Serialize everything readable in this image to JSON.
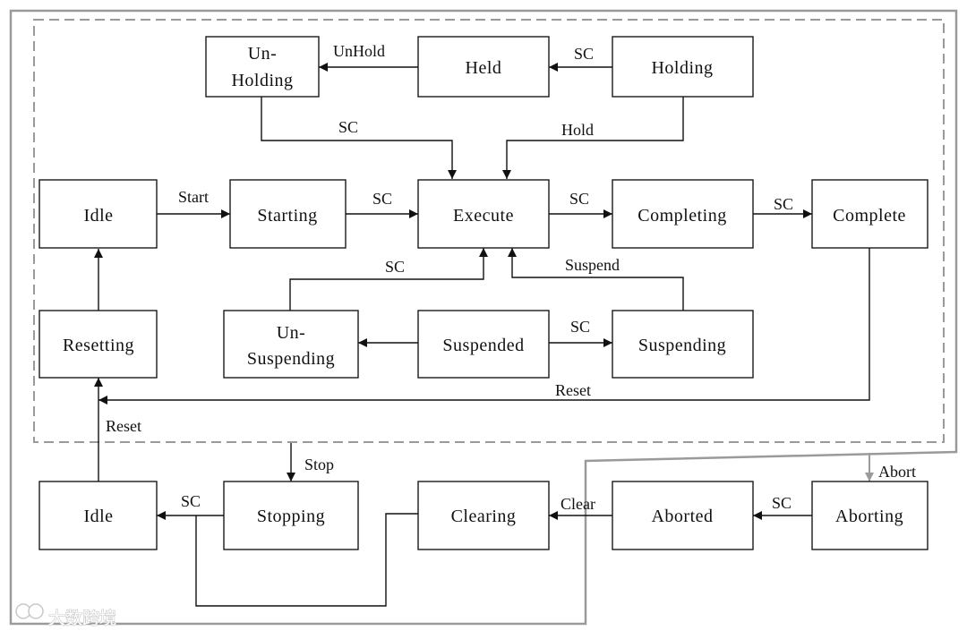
{
  "states": {
    "unholding": [
      "Un-",
      "Holding"
    ],
    "held": "Held",
    "holding": "Holding",
    "idle_top": "Idle",
    "starting": "Starting",
    "execute": "Execute",
    "completing": "Completing",
    "complete": "Complete",
    "resetting": "Resetting",
    "unsuspending": [
      "Un-",
      "Suspending"
    ],
    "suspended": "Suspended",
    "suspending": "Suspending",
    "idle_bottom": "Idle",
    "stopping": "Stopping",
    "clearing": "Clearing",
    "aborted": "Aborted",
    "aborting": "Aborting"
  },
  "transitions": {
    "unhold": "UnHold",
    "sc_holding_held": "SC",
    "sc_unholding_execute": "SC",
    "hold": "Hold",
    "start": "Start",
    "sc_starting_execute": "SC",
    "sc_execute_completing": "SC",
    "sc_completing_complete": "SC",
    "sc_unsuspending_execute": "SC",
    "suspend": "Suspend",
    "sc_suspended_suspending": "SC",
    "reset_complete": "Reset",
    "reset_idle": "Reset",
    "stop": "Stop",
    "abort": "Abort",
    "sc_stopping_idle": "SC",
    "clear": "Clear",
    "sc_aborting_aborted": "SC"
  },
  "watermark": "大数跨境"
}
